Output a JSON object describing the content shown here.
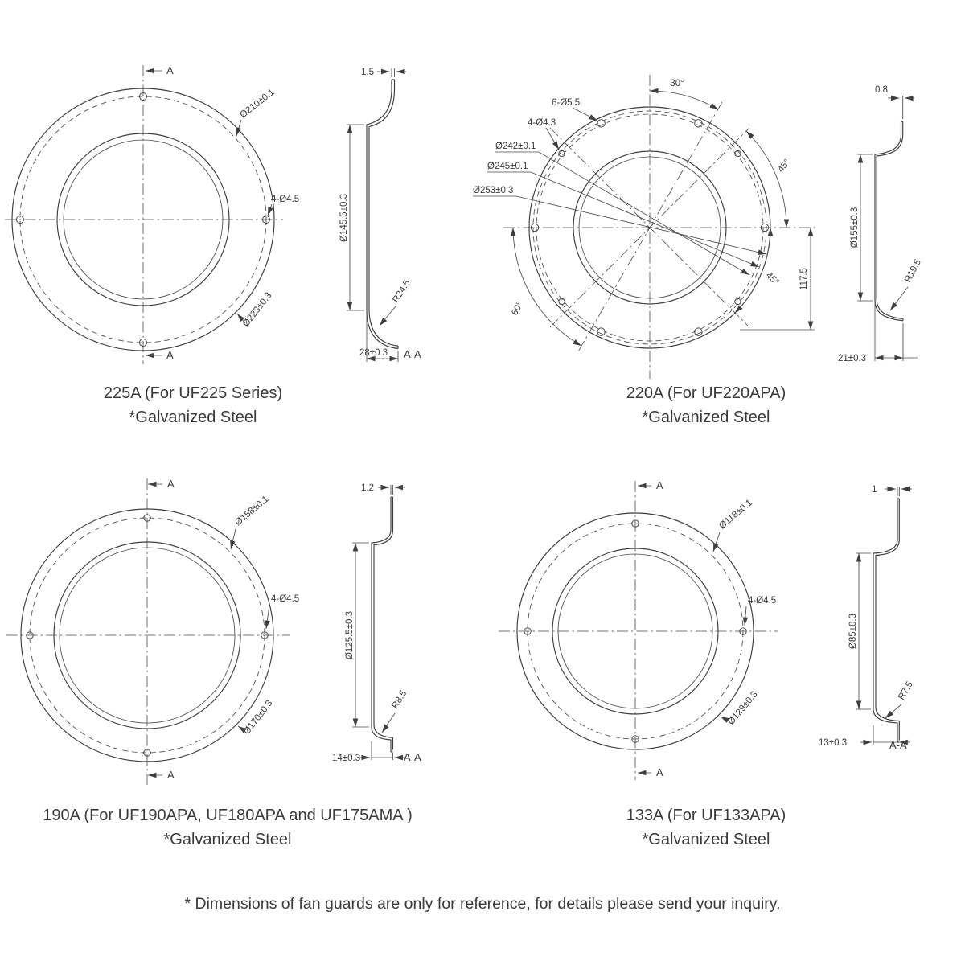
{
  "captions": {
    "q1_title": "225A (For UF225 Series)",
    "q1_material": "*Galvanized Steel",
    "q2_title": "220A (For UF220APA)",
    "q2_material": "*Galvanized Steel",
    "q3_title": "190A (For UF190APA, UF180APA and UF175AMA )",
    "q3_material": "*Galvanized Steel",
    "q4_title": "133A (For UF133APA)",
    "q4_material": "*Galvanized Steel"
  },
  "footnote": "* Dimensions of fan guards are only for reference, for details please send your inquiry.",
  "d225": {
    "section_label": "A",
    "dia_bolt_circle": "Ø210±0.1",
    "holes": "4-Ø4.5",
    "dia_outer": "Ø223±0.3",
    "thickness": "1.5",
    "dia_opening": "Ø145.5±0.3",
    "lip_radius": "R24.5",
    "depth": "28±0.3",
    "section_name": "A-A"
  },
  "d220": {
    "angle_30": "30°",
    "holes_6": "6-Ø5.5",
    "holes_4": "4-Ø4.3",
    "dia_bolt_circle_1": "Ø242±0.1",
    "dia_bolt_circle_2": "Ø245±0.1",
    "dia_outer": "Ø253±0.3",
    "angle_45_upper": "45°",
    "angle_45_lower": "45°",
    "angle_60": "60°",
    "offset_117": "117.5",
    "thickness": "0.8",
    "dia_opening": "Ø155±0.3",
    "lip_radius": "R19.5",
    "depth": "21±0.3"
  },
  "d190": {
    "section_label": "A",
    "dia_bolt_circle": "Ø158±0.1",
    "holes": "4-Ø4.5",
    "dia_outer": "Ø170±0.3",
    "thickness": "1.2",
    "dia_opening": "Ø125.5±0.3",
    "lip_radius": "R8.5",
    "depth": "14±0.3",
    "section_name": "A-A"
  },
  "d133": {
    "section_label": "A",
    "dia_bolt_circle": "Ø118±0.1",
    "holes": "4-Ø4.5",
    "dia_outer": "Ø129±0.3",
    "thickness": "1",
    "dia_opening": "Ø85±0.3",
    "lip_radius": "R7.5",
    "depth": "13±0.3",
    "section_name": "A-A"
  }
}
